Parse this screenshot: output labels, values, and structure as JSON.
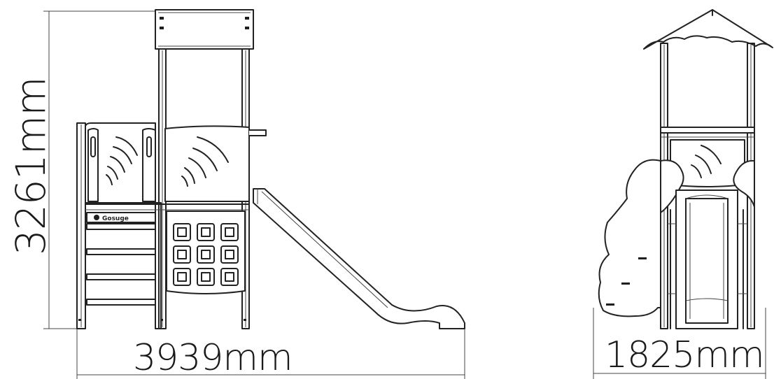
{
  "dimensions": {
    "height": "3261mm",
    "width": "3939mm",
    "depth": "1825mm"
  },
  "logo_text": "Gosuge"
}
